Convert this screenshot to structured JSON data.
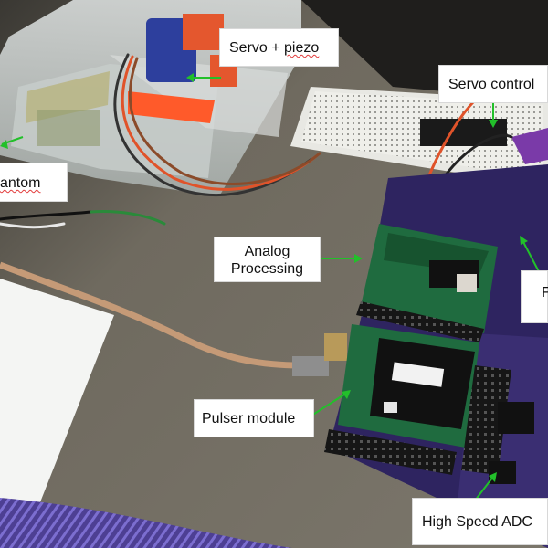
{
  "labels": {
    "servo_piezo": {
      "before": "Servo + ",
      "underlined": "piezo",
      "after": ""
    },
    "servo_control": {
      "before": "Servo control",
      "underlined": "",
      "after": ""
    },
    "phantom": {
      "before": "",
      "underlined": "antom",
      "after": ""
    },
    "analog_processing": {
      "line1": "Analog",
      "line2": "Processing"
    },
    "pulser_module": {
      "before": "Pulser module",
      "underlined": "",
      "after": ""
    },
    "high_speed_adc": {
      "before": "High Speed ADC",
      "underlined": "",
      "after": ""
    },
    "right_edge": {
      "text": "F"
    }
  },
  "colors": {
    "arrow": "#22c02a",
    "underline": "#e23b3b",
    "board": "#2e2460",
    "table": "#6f6a5f"
  }
}
